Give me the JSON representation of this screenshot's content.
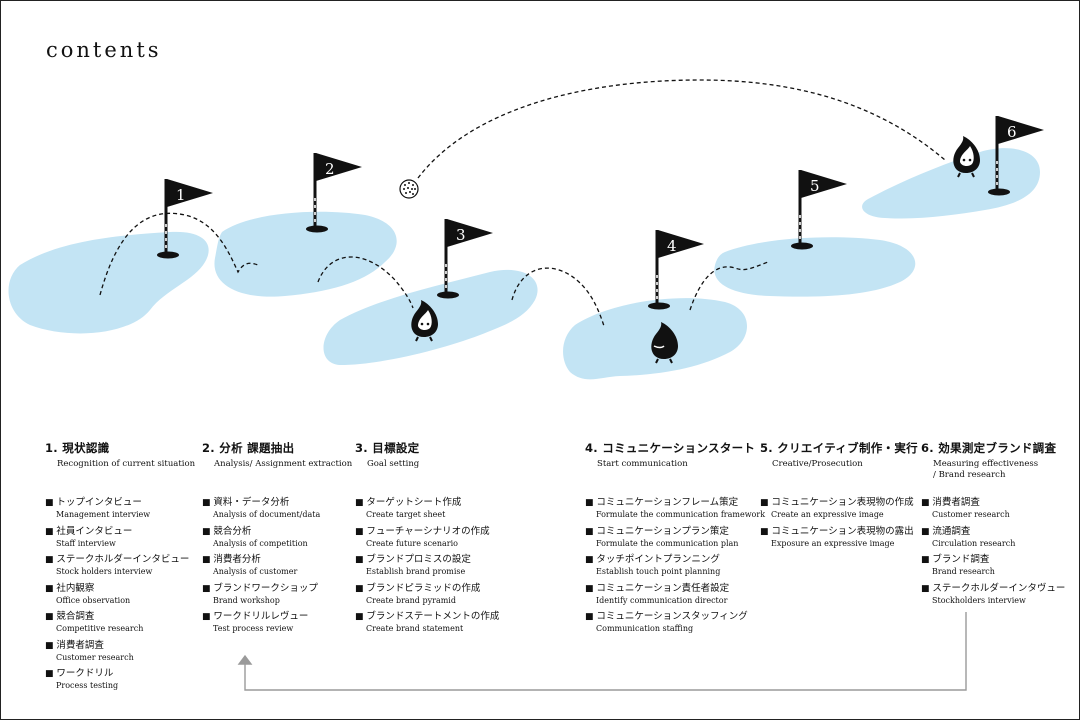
{
  "title": "contents",
  "holes": [
    {
      "num": "1"
    },
    {
      "num": "2"
    },
    {
      "num": "3"
    },
    {
      "num": "4"
    },
    {
      "num": "5"
    },
    {
      "num": "6"
    }
  ],
  "steps": [
    {
      "heading": "1.  現状認識",
      "sub": "Recognition of current situation",
      "items": [
        {
          "ja": "トップインタビュー",
          "en": "Management interview"
        },
        {
          "ja": "社員インタビュー",
          "en": "Staff interview"
        },
        {
          "ja": "ステークホルダーインタビュー",
          "en": "Stock holders interview"
        },
        {
          "ja": "社内観察",
          "en": "Office observation"
        },
        {
          "ja": "競合調査",
          "en": "Competitive research"
        },
        {
          "ja": "消費者調査",
          "en": "Customer research"
        },
        {
          "ja": "ワークドリル",
          "en": "Process testing"
        }
      ]
    },
    {
      "heading": "2.  分析  課題抽出",
      "sub": "Analysis/ Assignment extraction",
      "items": [
        {
          "ja": "資料・データ分析",
          "en": "Analysis of document/data"
        },
        {
          "ja": "競合分析",
          "en": "Analysis of competition"
        },
        {
          "ja": "消費者分析",
          "en": "Analysis of customer"
        },
        {
          "ja": "ブランドワークショップ",
          "en": "Brand workshop"
        },
        {
          "ja": "ワークドリルレヴュー",
          "en": "Test process review"
        }
      ]
    },
    {
      "heading": "3.  目標設定",
      "sub": "Goal setting",
      "items": [
        {
          "ja": "ターゲットシート作成",
          "en": "Create target sheet"
        },
        {
          "ja": "フューチャーシナリオの作成",
          "en": "Create future scenario"
        },
        {
          "ja": "ブランドプロミスの設定",
          "en": "Establish brand promise"
        },
        {
          "ja": "ブランドピラミッドの作成",
          "en": "Create brand pyramid"
        },
        {
          "ja": "ブランドステートメントの作成",
          "en": "Create brand statement"
        }
      ]
    },
    {
      "heading": "4.  コミュニケーションスタート",
      "sub": "Start communication",
      "items": [
        {
          "ja": "コミュニケーションフレーム策定",
          "en": "Formulate the communication framework"
        },
        {
          "ja": "コミュニケーションプラン策定",
          "en": "Formulate the communication plan"
        },
        {
          "ja": "タッチポイントプランニング",
          "en": "Establish touch point planning"
        },
        {
          "ja": "コミュニケーション責任者設定",
          "en": "Identify communication director"
        },
        {
          "ja": "コミュニケーションスタッフィング",
          "en": "Communication staffing"
        }
      ]
    },
    {
      "heading": "5.  クリエイティブ制作・実行",
      "sub": "Creative/Prosecution",
      "items": [
        {
          "ja": "コミュニケーション表現物の作成",
          "en": "Create an expressive image"
        },
        {
          "ja": "コミュニケーション表現物の露出",
          "en": "Exposure an expressive image"
        }
      ]
    },
    {
      "heading": "6.  効果測定ブランド調査",
      "sub": "Measuring effectiveness\n/ Brand research",
      "items": [
        {
          "ja": "消費者調査",
          "en": "Customer research"
        },
        {
          "ja": "流通調査",
          "en": "Circulation research"
        },
        {
          "ja": "ブランド調査",
          "en": "Brand research"
        },
        {
          "ja": "ステークホルダーインタヴュー",
          "en": "Stockholders interview"
        }
      ]
    }
  ],
  "colors": {
    "green": "#c3e4f4",
    "ink": "#111111",
    "arrow": "#9a9a9a"
  }
}
